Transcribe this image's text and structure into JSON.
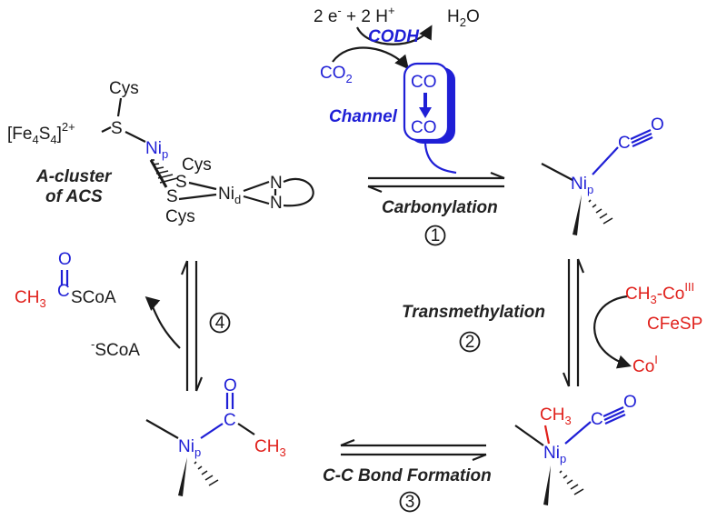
{
  "colors": {
    "blue": "#1f1fd6",
    "red": "#e0201b",
    "black": "#1a1a1a"
  },
  "top": {
    "electrons": "2 e",
    "electrons_sup": "-",
    "plus": " + 2 H",
    "proton_sup": "+",
    "water": "H",
    "water_sub": "2",
    "water_o": "O",
    "codh": "CODH",
    "co2": "CO",
    "co2_sub": "2",
    "channel_label": "Channel",
    "channel_co_top": "CO",
    "channel_co_bottom": "CO"
  },
  "acluster": {
    "cys_top": "Cys",
    "fe4s4_open": "[Fe",
    "fe4s4_sub1": "4",
    "fe4s4_s": "S",
    "fe4s4_sub2": "4",
    "fe4s4_close": "]",
    "fe4s4_charge": "2+",
    "s_label": "S",
    "nip": "Ni",
    "nip_sub": "p",
    "cys_mid": "Cys",
    "cys_bottom": "Cys",
    "s1": "S",
    "s2": "S",
    "nid": "Ni",
    "nid_sub": "d",
    "n_top": "N",
    "n_bottom": "N",
    "caption_line1": "A-cluster",
    "caption_line2": "of ACS"
  },
  "steps": {
    "carbonylation": "Carbonylation",
    "transmethylation": "Transmethylation",
    "cc_bond": "C-C Bond Formation",
    "num1": "1",
    "num2": "2",
    "num3": "3",
    "num4": "4"
  },
  "species": {
    "nip": "Ni",
    "nip_sub": "p",
    "c": "C",
    "o": "O",
    "ch3": "CH",
    "ch3_sub": "3"
  },
  "transmethylation_reagents": {
    "ch3co_a": "CH",
    "ch3co_sub": "3",
    "ch3co_b": "-Co",
    "ch3co_sup": "III",
    "cfesp": "CFeSP",
    "co_i": "Co",
    "co_i_sup": "I"
  },
  "acetyl": {
    "o": "O",
    "c": "C",
    "ch3": "CH",
    "ch3_sub": "3",
    "scoa": "SCoA",
    "minus": "-",
    "scoa_in": "SCoA"
  }
}
